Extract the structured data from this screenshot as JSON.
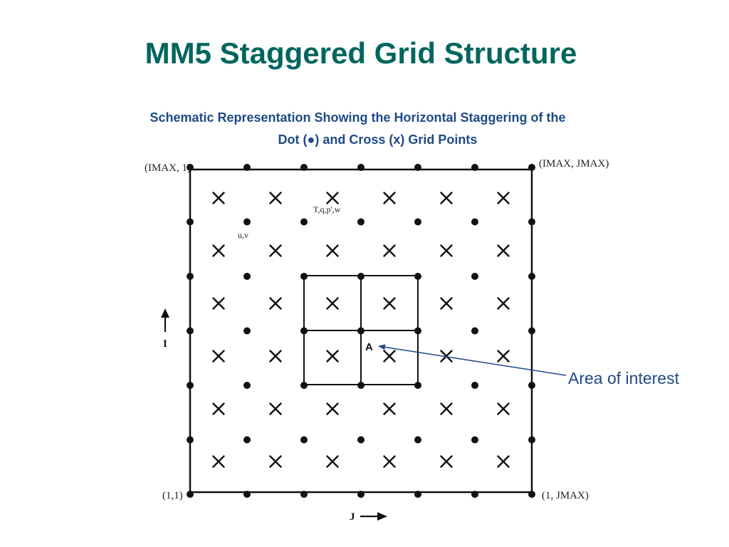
{
  "slide": {
    "title": "MM5 Staggered Grid Structure",
    "subtitle_line1": "Schematic Representation Showing the Horizontal Staggering of the",
    "subtitle_line2": "Dot (●) and Cross (x) Grid Points"
  },
  "diagram": {
    "corner_labels": {
      "top_left": "(IMAX, 1)",
      "top_right": "(IMAX, JMAX)",
      "bottom_left": "(1,1)",
      "bottom_right": "(1, JMAX)"
    },
    "cross_point_label": "T,q,p',w",
    "dot_point_label": "u,v",
    "axis_i_label": "I",
    "axis_j_label": "J",
    "point_a_label": "A",
    "callout_label": "Area of interest",
    "cross_grid": {
      "rows": 6,
      "cols": 6
    },
    "dot_grid": {
      "rows": 7,
      "cols": 7
    },
    "colors": {
      "title": "#00665e",
      "subtitle": "#1f4a85",
      "callout": "#1f4a85",
      "lines": "#111111"
    }
  }
}
